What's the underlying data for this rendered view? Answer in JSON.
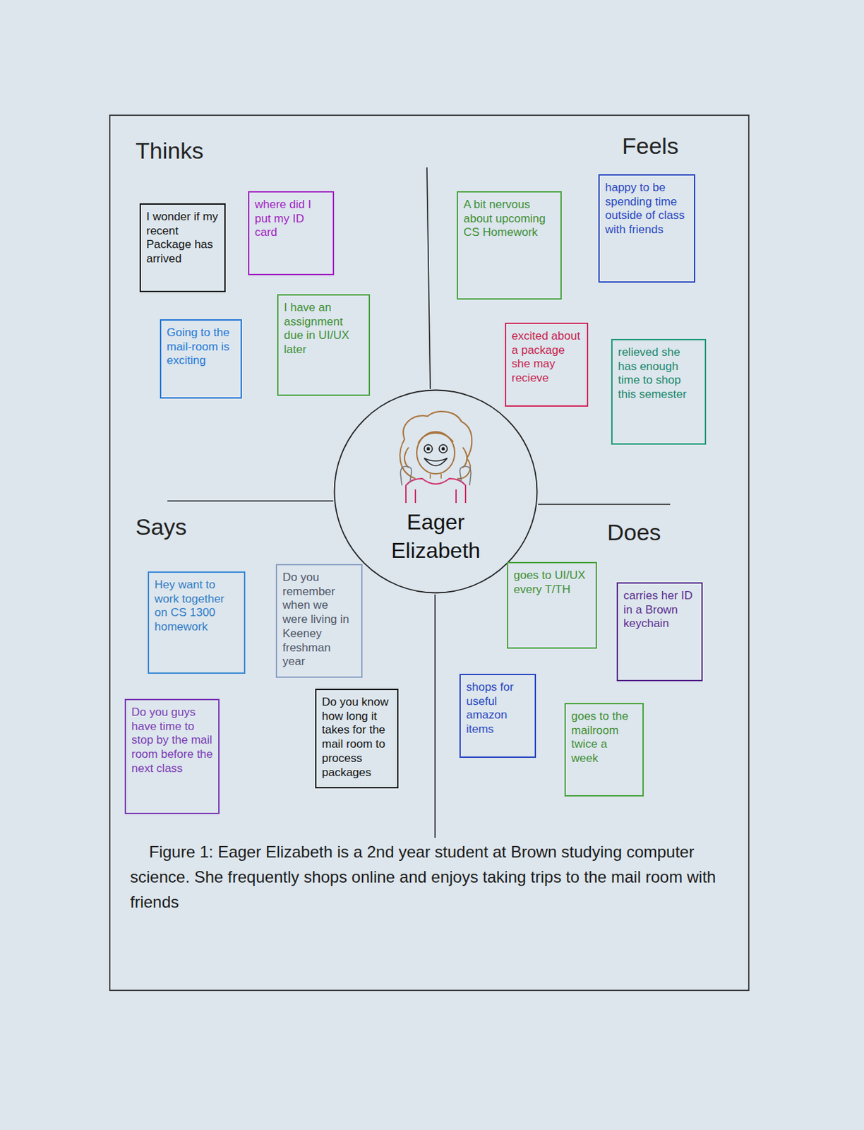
{
  "diagram": {
    "caption": "Figure 1: Eager Elizabeth is a 2nd year student at Brown studying computer science. She frequently shops online and enjoys taking trips to the mail room with friends",
    "nodes": [
      {
        "text": [
          "I wonder if my recent Package has arrived"
        ]
      },
      {
        "text": [
          "where did I put my ID card"
        ]
      },
      {
        "text": [
          "Going to the mail-room is exciting"
        ]
      },
      {
        "text": [
          "I have an assignment due in UI/UX later"
        ]
      },
      {
        "text": [
          "A bit nervous about upcoming CS Homework"
        ]
      },
      {
        "text": [
          "happy to be spending time outside of class with friends"
        ]
      },
      {
        "text": [
          "excited about a package she may recieve"
        ]
      },
      {
        "text": [
          "relieved she has enough time to shop this semester"
        ]
      },
      {
        "text": [
          "Eager Elizabeth"
        ]
      },
      {
        "text": [
          "Hey want to work together on CS 1300 homework"
        ]
      },
      {
        "text": [
          "Do you remember when we were living in Keeney freshman year"
        ]
      },
      {
        "text": [
          "Do you guys have time to stop by the mail room before the next class"
        ]
      },
      {
        "text": [
          "Do you know how long it takes for the mail room to process packages"
        ]
      },
      {
        "text": [
          "goes to UI/UX every T/TH"
        ]
      },
      {
        "text": [
          "carries her ID in a Brown keychain"
        ]
      },
      {
        "text": [
          "shops for useful amazon items"
        ]
      },
      {
        "text": [
          "goes to the mailroom twice a week"
        ]
      }
    ],
    "labels": [
      "Thinks",
      "Feels",
      "Says",
      "Does"
    ]
  }
}
